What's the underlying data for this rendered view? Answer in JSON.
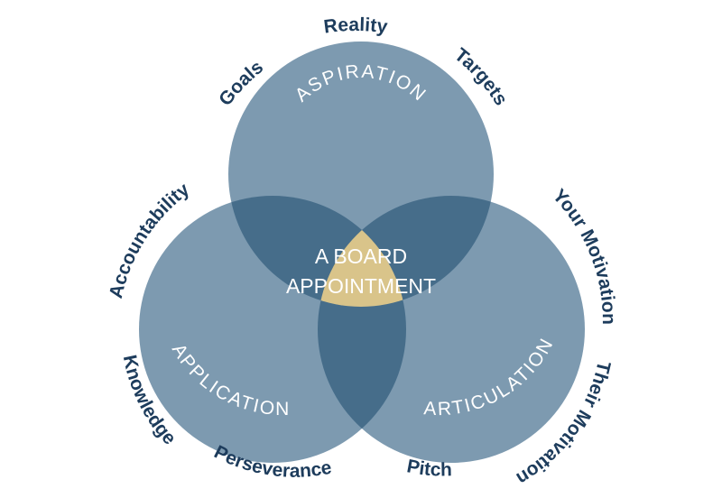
{
  "diagram": {
    "center": {
      "line1": "A BOARD",
      "line2": "APPOINTMENT"
    },
    "circles": {
      "top": {
        "label": "ASPIRATION",
        "aspects": [
          "Goals",
          "Reality",
          "Targets"
        ]
      },
      "left": {
        "label": "APPLICATION",
        "aspects": [
          "Accountability",
          "Knowledge",
          "Perseverance"
        ]
      },
      "right": {
        "label": "ARTICULATION",
        "aspects": [
          "Your Motivation",
          "Their Motivation",
          "Pitch"
        ]
      }
    },
    "colors": {
      "circle_fill": "#7d9ab0",
      "overlap_fill": "#466d8a",
      "center_fill": "#d9c48a",
      "outer_text": "#1d3c5c",
      "inner_text": "#ffffff"
    }
  }
}
